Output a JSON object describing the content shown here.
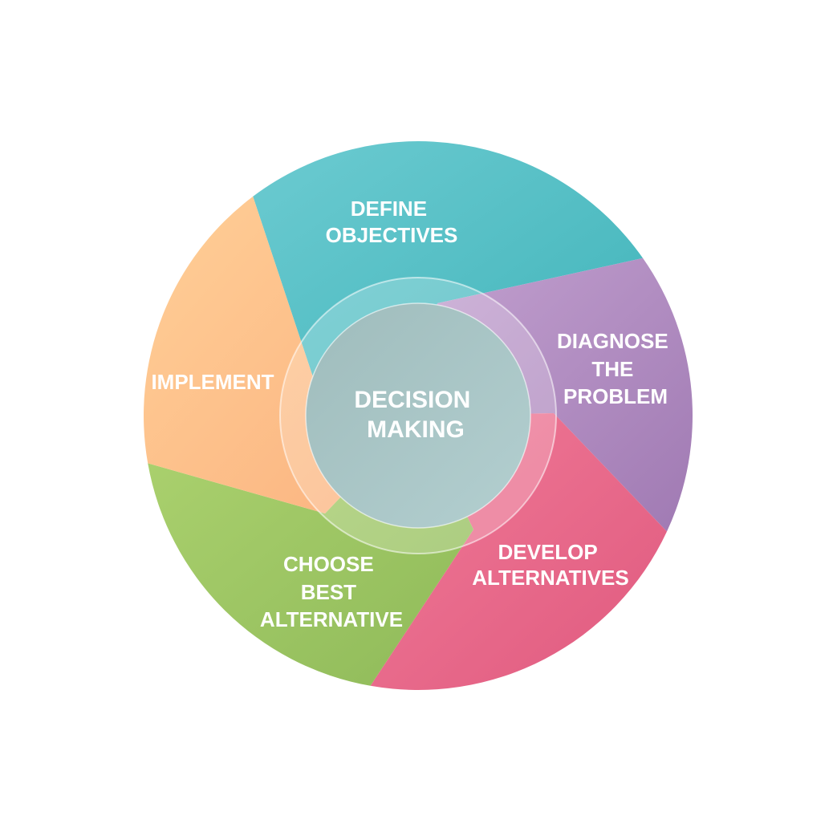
{
  "center": {
    "lines": [
      "DECISION",
      "MAKING"
    ],
    "color": "#b3cfd0"
  },
  "segments": [
    {
      "id": "define-objectives",
      "lines": [
        "DEFINE",
        "OBJECTIVES"
      ],
      "color": "#3fb3b9",
      "color_light": "#6ccbd1"
    },
    {
      "id": "diagnose-the-problem",
      "lines": [
        "DIAGNOSE",
        "THE",
        "PROBLEM"
      ],
      "color": "#a07ab3",
      "color_light": "#c2a0cf"
    },
    {
      "id": "develop-alternatives",
      "lines": [
        "DEVELOP",
        "ALTERNATIVES"
      ],
      "color": "#e05a7f",
      "color_light": "#f07a97"
    },
    {
      "id": "choose-best-alternative",
      "lines": [
        "CHOOSE",
        "BEST",
        "ALTERNATIVE"
      ],
      "color": "#8fba59",
      "color_light": "#acd26f"
    },
    {
      "id": "implement",
      "lines": [
        "IMPLEMENT"
      ],
      "color": "#fbb27f",
      "color_light": "#ffcf97"
    }
  ]
}
